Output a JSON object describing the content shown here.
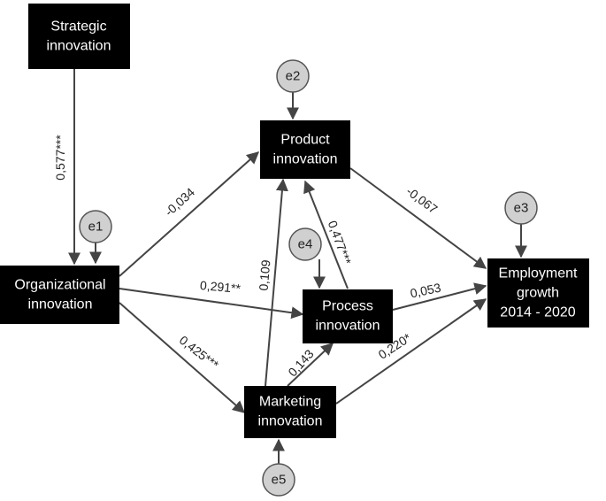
{
  "nodes": {
    "strategic": "Strategic\ninnovation",
    "organizational": "Organizational\ninnovation",
    "product": "Product\ninnovation",
    "process": "Process\ninnovation",
    "marketing": "Marketing\ninnovation",
    "employment": "Employment\ngrowth\n2014 - 2020"
  },
  "errors": {
    "e1": "e1",
    "e2": "e2",
    "e3": "e3",
    "e4": "e4",
    "e5": "e5"
  },
  "paths": {
    "strategic_to_organizational": "0,577***",
    "organizational_to_product": "-0,034",
    "organizational_to_process": "0,291**",
    "organizational_to_marketing": "0,425***",
    "marketing_to_product": "0,109",
    "process_to_product": "0,477***",
    "marketing_to_process": "0,143",
    "product_to_employment": "-0,067",
    "process_to_employment": "0,053",
    "marketing_to_employment": "0,220*"
  },
  "style": {
    "box_fill": "#000000",
    "box_text": "#ffffff",
    "error_fill": "#d0d0d0",
    "arrow": "#444444"
  }
}
